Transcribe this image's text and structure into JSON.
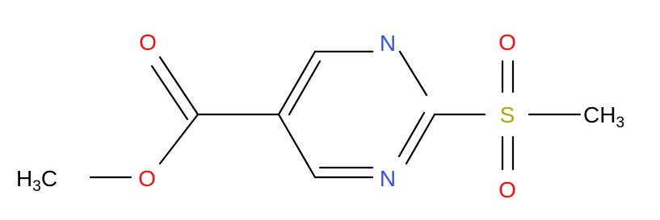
{
  "molecule": {
    "atoms": {
      "o_carbonyl": "O",
      "o_ester": "O",
      "methyl_left": {
        "h": "H",
        "sub": "3",
        "c": "C"
      },
      "n_top": "N",
      "n_bottom": "N",
      "s": "S",
      "o_sulfonyl_top": "O",
      "o_sulfonyl_bottom": "O",
      "methyl_right": {
        "c": "CH",
        "sub": "3"
      }
    },
    "colors": {
      "bond": "#000000",
      "oxygen": "#ff0d0d",
      "nitrogen": "#3050f8",
      "sulfur": "#b2a800",
      "carbon": "#000000"
    }
  }
}
